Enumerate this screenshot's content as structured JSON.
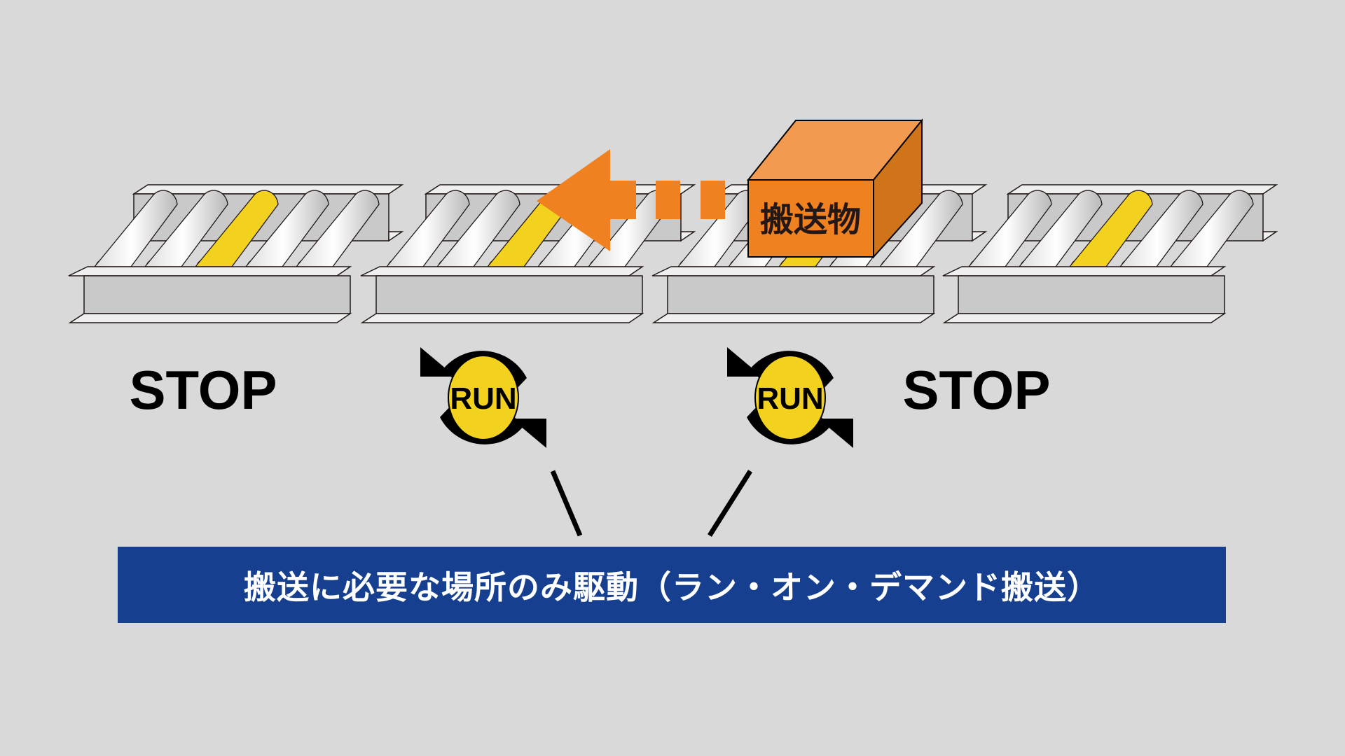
{
  "colors": {
    "background": "#d9d9d9",
    "rail_flange": "#efefef",
    "rail_web": "#c9c9c9",
    "roller_active": "#f3d21f",
    "cargo_front": "#ef8120",
    "cargo_top": "#f29a4f",
    "cargo_side": "#d07419",
    "arrow": "#ef8120",
    "run_badge": "#f3d21f",
    "banner": "#16408f",
    "banner_text": "#ffffff"
  },
  "conveyors": [
    {
      "id": "zone-1",
      "state": "STOP",
      "active_roller_index": 2
    },
    {
      "id": "zone-2",
      "state": "RUN",
      "active_roller_index": 2
    },
    {
      "id": "zone-3",
      "state": "RUN",
      "active_roller_index": 2
    },
    {
      "id": "zone-4",
      "state": "STOP",
      "active_roller_index": 2
    }
  ],
  "rollers_per_zone": 5,
  "labels": {
    "stop_1": "STOP",
    "run_1": "RUN",
    "run_2": "RUN",
    "stop_2": "STOP"
  },
  "cargo": {
    "label": "搬送物"
  },
  "flow_direction": "left",
  "banner": {
    "text": "搬送に必要な場所のみ駆動（ラン・オン・デマンド搬送）"
  }
}
